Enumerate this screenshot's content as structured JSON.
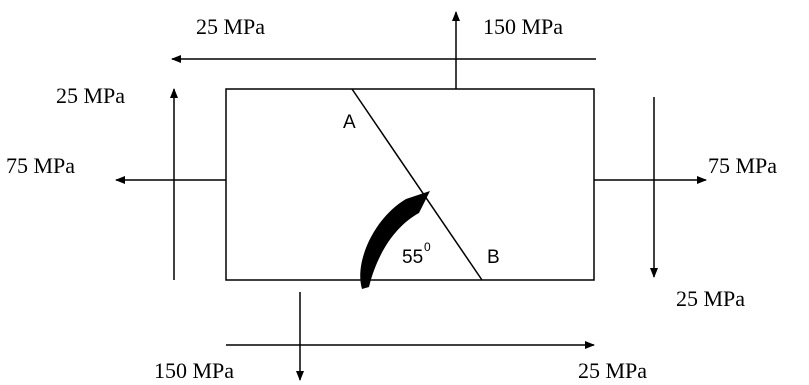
{
  "labels": {
    "top_shear": "25 MPa",
    "top_normal": "150 MPa",
    "left_shear": "25 MPa",
    "left_normal": "75 MPa",
    "right_normal": "75 MPa",
    "right_shear": "25 MPa",
    "bottom_normal": "150 MPa",
    "bottom_shear": "25 MPa"
  },
  "plane": {
    "point_a": "A",
    "point_b": "B",
    "angle_value": "55",
    "angle_unit": "0"
  },
  "colors": {
    "stroke": "#000000",
    "background": "#ffffff"
  }
}
